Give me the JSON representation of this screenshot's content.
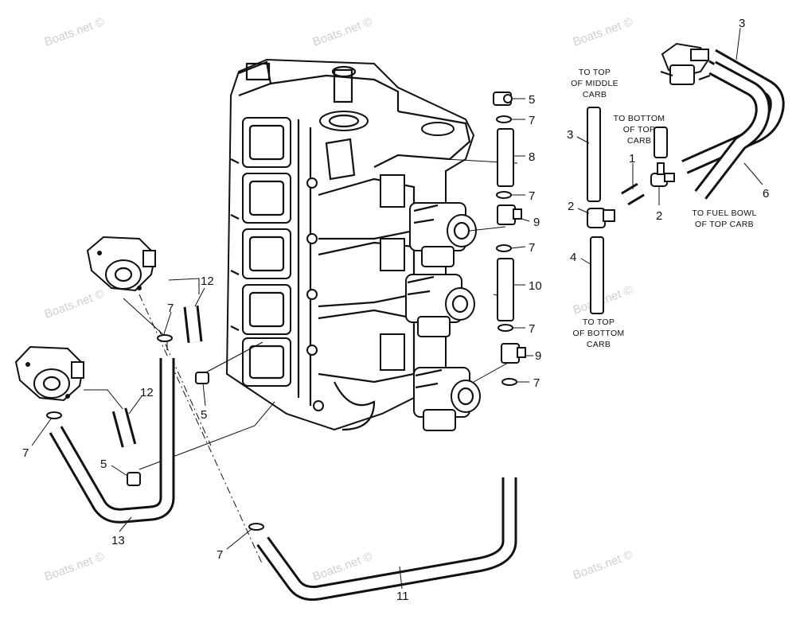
{
  "watermark": "Boats.net ©",
  "callouts": {
    "c1": "1",
    "c2a": "2",
    "c2b": "2",
    "c3a": "3",
    "c3b": "3",
    "c4": "4",
    "c5a": "5",
    "c5b": "5",
    "c5c": "5",
    "c6": "6",
    "c7a": "7",
    "c7b": "7",
    "c7c": "7",
    "c7d": "7",
    "c7e": "7",
    "c7f": "7",
    "c7g": "7",
    "c7h": "7",
    "c8": "8",
    "c9a": "9",
    "c9b": "9",
    "c10": "10",
    "c11": "11",
    "c12a": "12",
    "c12b": "12",
    "c13": "13"
  },
  "notes": {
    "top_middle": [
      "TO TOP",
      "OF MIDDLE",
      "CARB"
    ],
    "bottom_top": [
      "TO BOTTOM",
      "OF TOP",
      "CARB"
    ],
    "fuel_bowl": [
      "TO FUEL BOWL",
      "OF TOP CARB"
    ],
    "top_bottom": [
      "TO TOP",
      "OF BOTTOM",
      "CARB"
    ]
  }
}
